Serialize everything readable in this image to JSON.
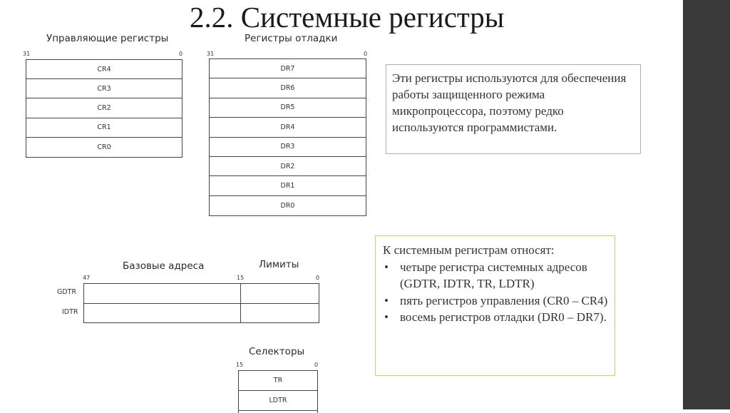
{
  "title": "2.2. Системные регистры",
  "diagram": {
    "control_regs": {
      "caption": "Управляющие регистры",
      "bit_high": "31",
      "bit_low": "0",
      "rows": [
        "CR4",
        "CR3",
        "CR2",
        "CR1",
        "CR0"
      ]
    },
    "debug_regs": {
      "caption": "Регистры отладки",
      "bit_high": "31",
      "bit_low": "0",
      "rows": [
        "DR7",
        "DR6",
        "DR5",
        "DR4",
        "DR3",
        "DR2",
        "DR1",
        "DR0"
      ]
    },
    "address_regs": {
      "caption_base": "Базовые адреса",
      "caption_limit": "Лимиты",
      "bit_47": "47",
      "bit_15": "15",
      "bit_0": "0",
      "rows": [
        "GDTR",
        "IDTR"
      ]
    },
    "selectors": {
      "caption": "Селекторы",
      "bit_high": "15",
      "bit_low": "0",
      "rows": [
        "TR",
        "LDTR"
      ]
    }
  },
  "note1": "Эти регистры используются для обеспечения работы защищенного режима микропроцессора, поэтому редко используются программистами.",
  "note2": {
    "intro": "К системным регистрам относят:",
    "items": [
      "четыре регистра системных адресов (GDTR, IDTR, TR, LDTR)",
      "пять регистров управления (CR0 – CR4)",
      "восемь регистров отладки (DR0 – DR7)."
    ]
  },
  "colors": {
    "sidebar": "#3a3a3a",
    "note1_border": "#9ab7c7",
    "note2_border": "#e6c85a"
  }
}
